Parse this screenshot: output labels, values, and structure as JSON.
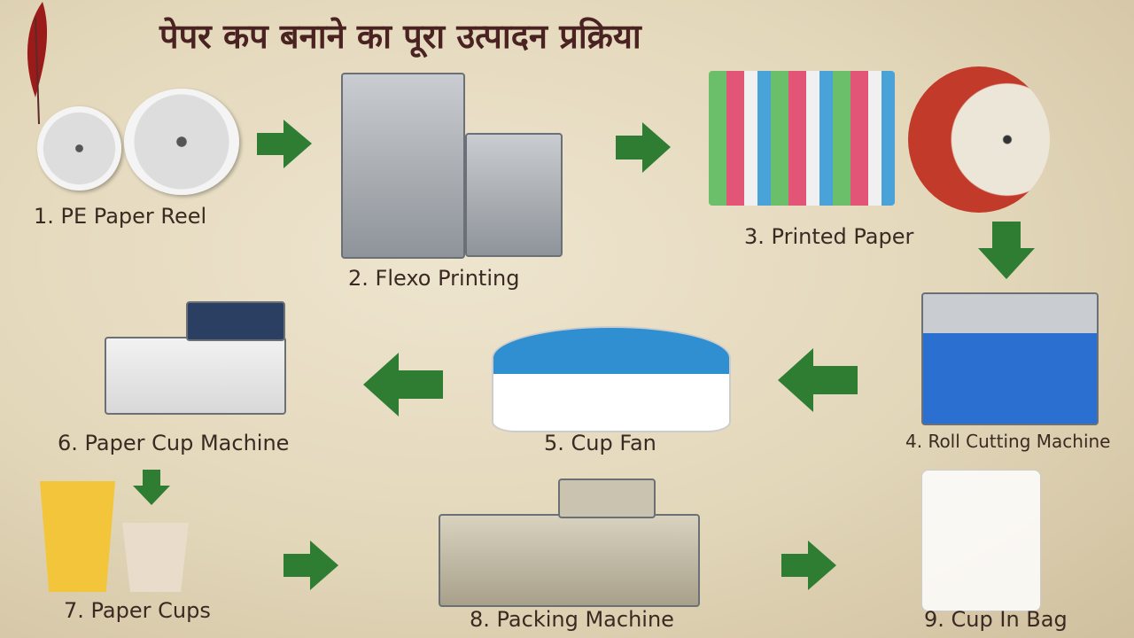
{
  "title": "पेपर कप बनाने का पूरा उत्पादन प्रक्रिया",
  "colors": {
    "title": "#4a2222",
    "arrow": "#2e7d32",
    "label": "#3a2a22"
  },
  "steps": [
    {
      "label": "1. PE Paper Reel"
    },
    {
      "label": "2. Flexo Printing"
    },
    {
      "label": "3. Printed Paper"
    },
    {
      "label": "4. Roll Cutting Machine"
    },
    {
      "label": "5. Cup Fan"
    },
    {
      "label": "6. Paper Cup Machine"
    },
    {
      "label": "7. Paper Cups"
    },
    {
      "label": "8. Packing Machine"
    },
    {
      "label": "9. Cup In Bag"
    }
  ]
}
